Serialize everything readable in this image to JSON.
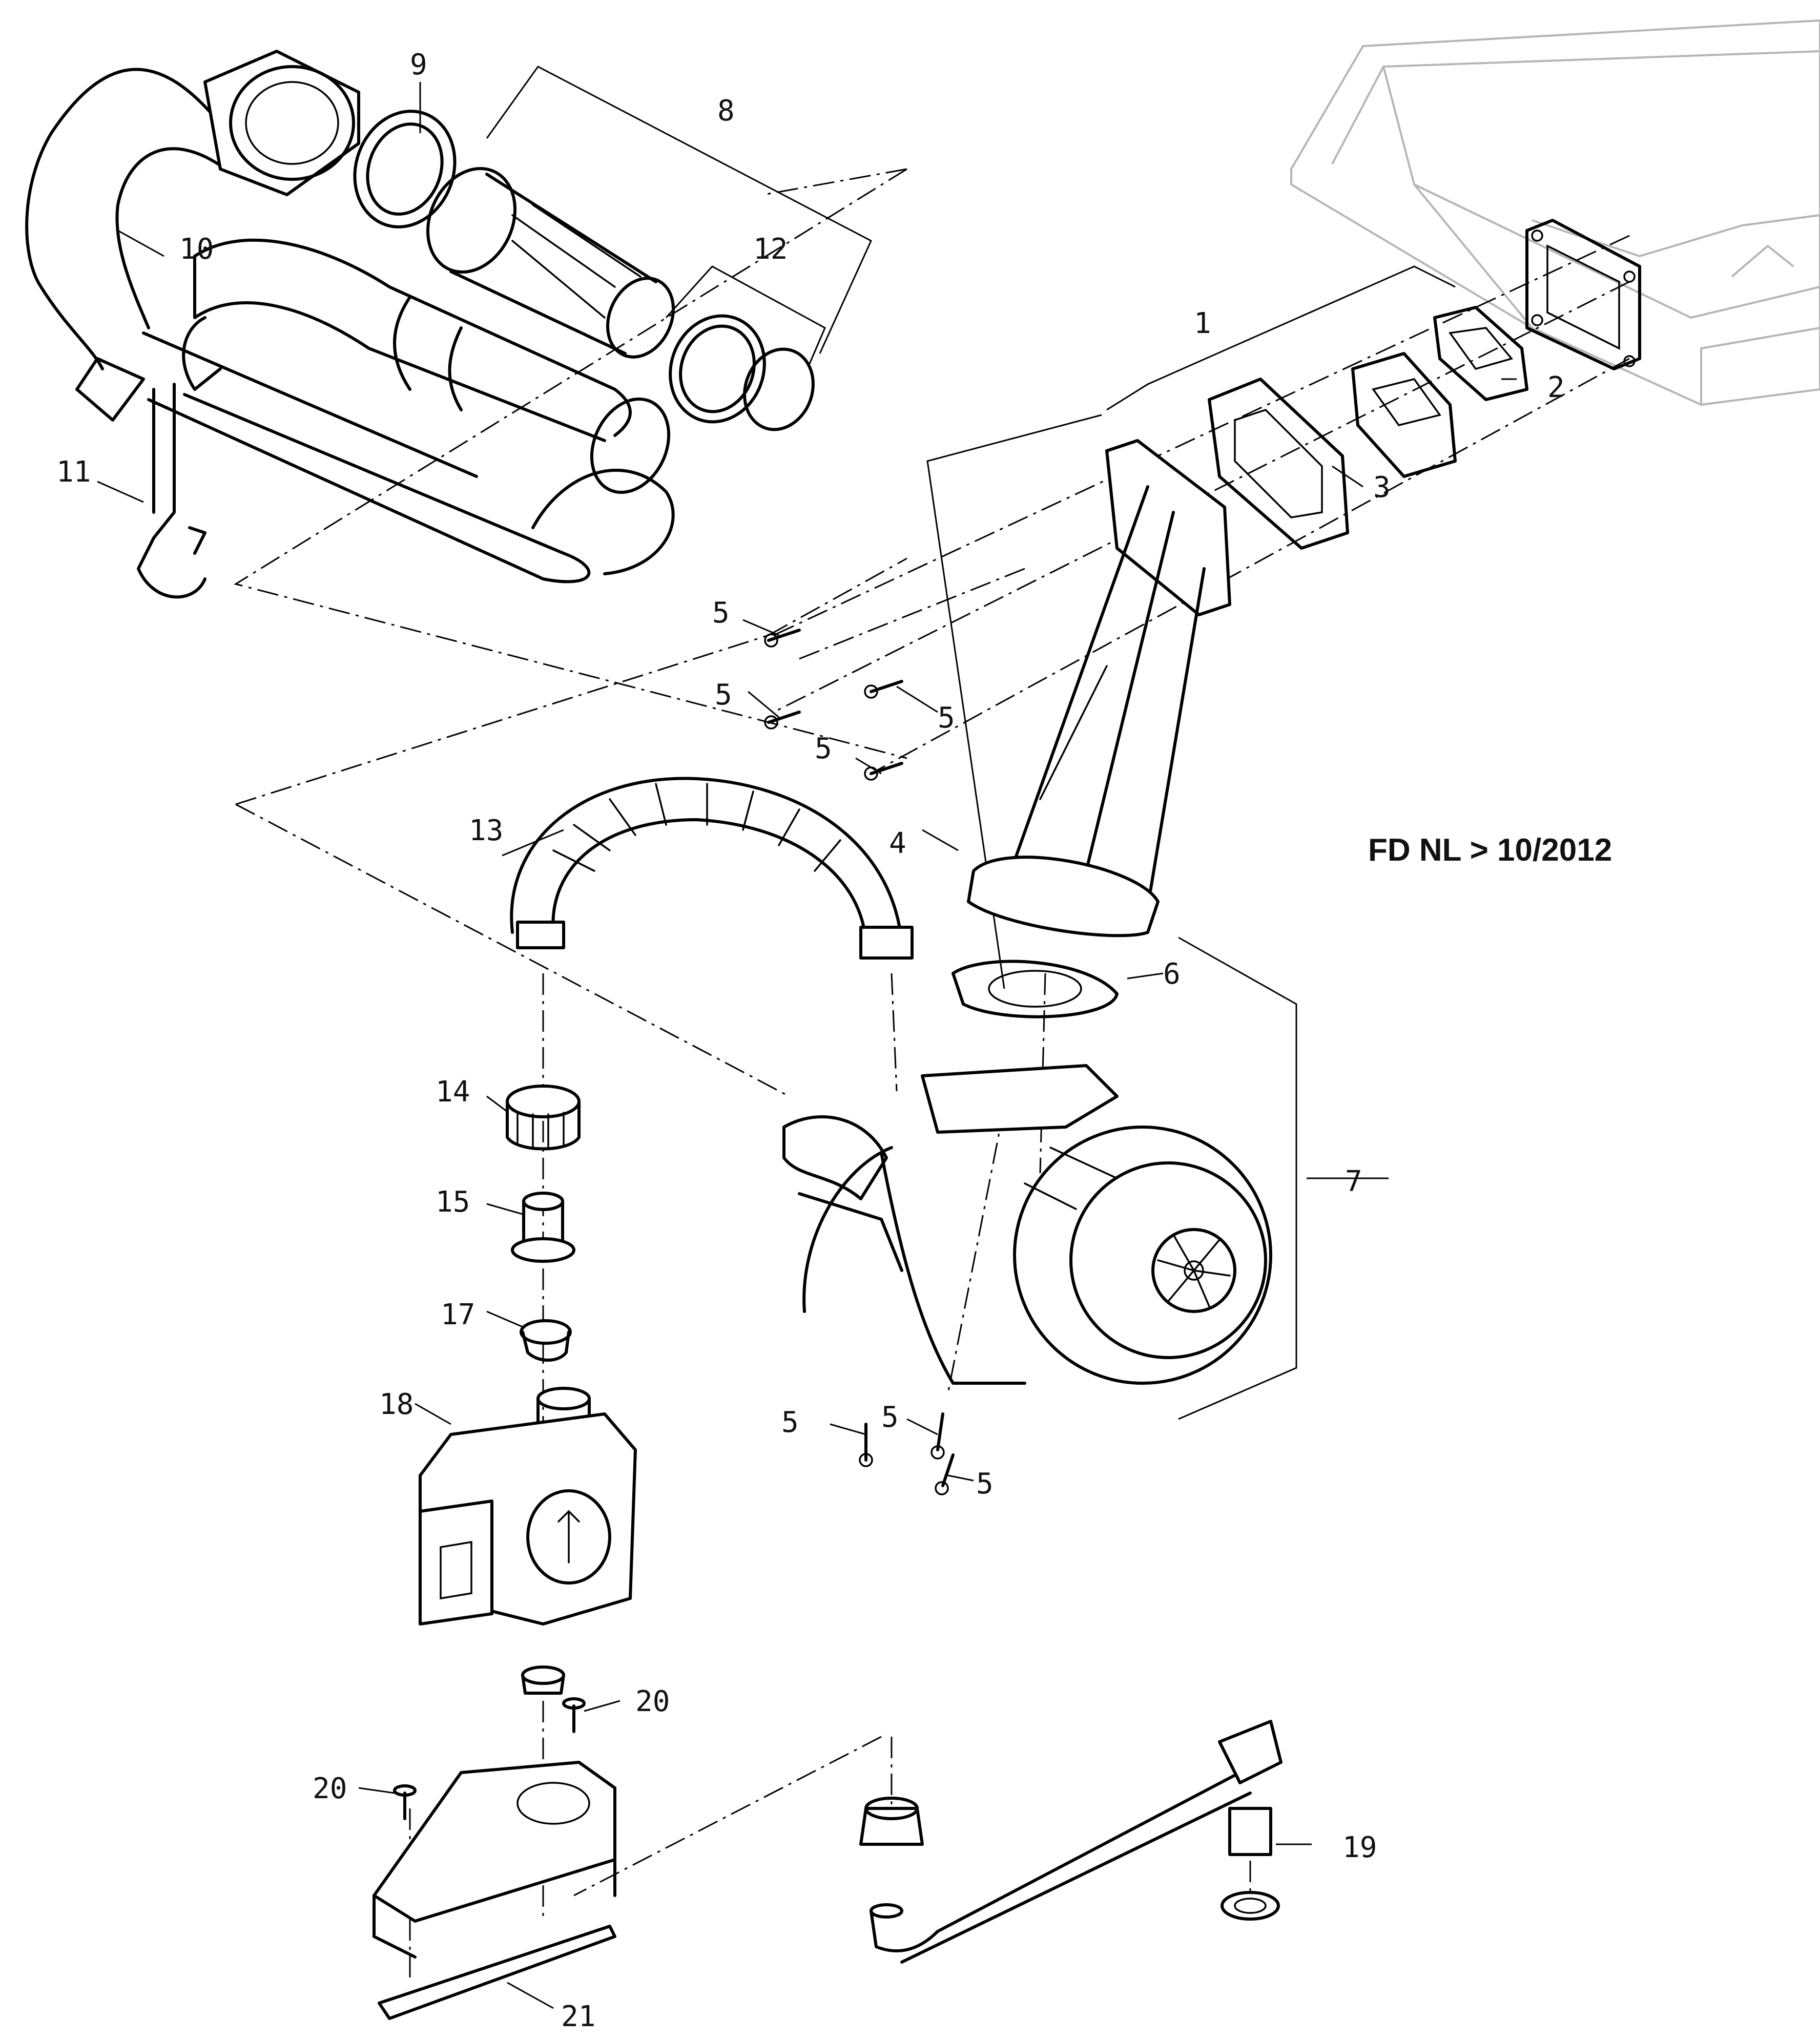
{
  "note": "FD NL > 10/2012",
  "callouts": {
    "c1": "1",
    "c2": "2",
    "c3": "3",
    "c4": "4",
    "c5": "5",
    "c6": "6",
    "c7": "7",
    "c8": "8",
    "c9": "9",
    "c10": "10",
    "c11": "11",
    "c12": "12",
    "c13": "13",
    "c14": "14",
    "c15": "15",
    "c17": "17",
    "c18": "18",
    "c19": "19",
    "c20": "20",
    "c21": "21"
  }
}
